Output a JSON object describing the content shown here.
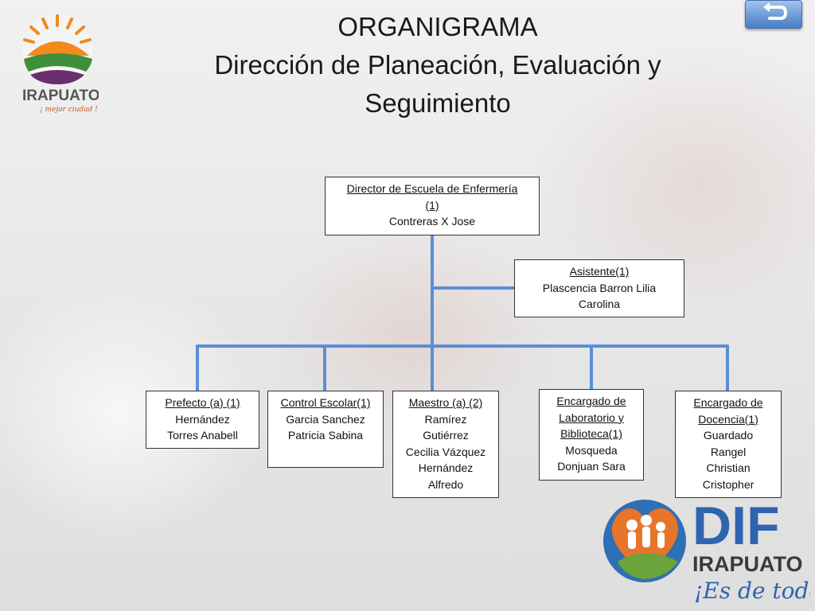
{
  "header": {
    "title_line1": "ORGANIGRAMA",
    "title_line2": "Dirección de Planeación, Evaluación y",
    "title_line3": "Seguimiento"
  },
  "logos": {
    "irapuato_name": "IRAPUATO",
    "irapuato_slogan": "¡ mejor ciudad !",
    "dif_name": "DIF",
    "dif_city": "IRAPUATO",
    "dif_slogan": "¡Es de todos!"
  },
  "icons": {
    "return": "return-arrow-icon"
  },
  "colors": {
    "connector": "#5b8ed6",
    "button": "#6d9bd8"
  },
  "org": {
    "director": {
      "role": "Director de Escuela de Enfermería",
      "count": "(1)",
      "name": "Contreras X Jose"
    },
    "asistente": {
      "role": "Asistente(1)",
      "name1": "Plascencia  Barron Lilia",
      "name2": "Carolina"
    },
    "prefecto": {
      "role": "Prefecto (a) (1)",
      "name1": "Hernández",
      "name2": "Torres  Anabell"
    },
    "control": {
      "role": "Control Escolar(1)",
      "name1": "Garcia Sanchez",
      "name2": "Patricia Sabina"
    },
    "maestro": {
      "role": "Maestro (a) (2)",
      "name1": "Ramírez",
      "name2": "Gutiérrez",
      "name3": "Cecilia Vázquez",
      "name4": "Hernández",
      "name5": "Alfredo"
    },
    "laboratorio": {
      "role1": "Encargado de",
      "role2": "Laboratorio y",
      "role3": "Biblioteca(1)",
      "name1": "Mosqueda",
      "name2": "Donjuan Sara"
    },
    "docencia": {
      "role1": "Encargado de",
      "role2": "Docencia(1)",
      "name1": "Guardado",
      "name2": "Rangel",
      "name3": "Christian",
      "name4": "Cristopher"
    }
  }
}
